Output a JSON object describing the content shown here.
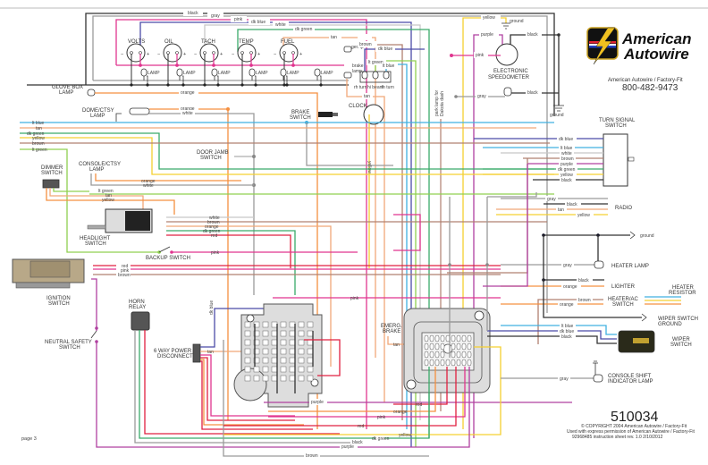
{
  "brand": {
    "line1": "American",
    "line2": "Autowire",
    "subtitle": "American Autowire / Factory-Fit",
    "phone": "800-482-9473"
  },
  "footer": {
    "part_number": "510034",
    "copyright": "© COPYRIGHT 2004 American Autowire / Factory-Fit",
    "permission": "Used with express permission of American Autowire / Factory-Fit",
    "sheet": "92968485  instruction sheet  rev. 1.0  2/10/2012",
    "page": "page 3"
  },
  "colors": {
    "black": "#333333",
    "gray": "#9a9a9a",
    "pink": "#e0358f",
    "dk_blue": "#4b4ba8",
    "white": "#c8c8c8",
    "dk_green": "#3aaa6a",
    "tan": "#f0a878",
    "brown": "#b08070",
    "yellow": "#f5d030",
    "purple": "#b040a0",
    "lt_blue": "#40b0e0",
    "lt_green": "#90d050",
    "orange": "#f59040",
    "red": "#e02040"
  },
  "gauges": [
    {
      "label": "VOLTS"
    },
    {
      "label": "OIL"
    },
    {
      "label": "TACH"
    },
    {
      "label": "TEMP"
    },
    {
      "label": "FUEL"
    }
  ],
  "lamp_label": "LAMP",
  "top_wires": [
    "black",
    "gray",
    "pink",
    "dk blue",
    "white",
    "dk green",
    "tan",
    "brown",
    "dk blue"
  ],
  "components": {
    "glove_box_lamp": "GLOVE BOX\nLAMP",
    "dome_lamp": "DOME/CTSY\nLAMP",
    "brake_switch": "BRAKE\nSWITCH",
    "clock": "CLOCK",
    "door_jamb": "DOOR JAMB\nSWITCH",
    "dimmer": "DIMMER\nSWITCH",
    "console_lamp": "CONSOLE/CTSY\nLAMP",
    "headlight": "HEADLIGHT\nSWITCH",
    "backup": "BACKUP SWITCH",
    "ignition": "IGNITION\nSWITCH",
    "horn_relay": "HORN\nRELAY",
    "neutral_safety": "NEUTRAL SAFETY\nSWITCH",
    "power_disconnect": "6 WAY POWER\nDISCONNECT",
    "emerg_brake": "EMERG.\nBRAKE",
    "speedometer": "ELECTRONIC\nSPEEDOMETER",
    "turn_signal": "TURN SIGNAL\nSWITCH",
    "radio": "RADIO",
    "heater_lamp": "HEATER LAMP",
    "lighter": "LIGHTER",
    "heater_ac": "HEATER/AC\nSWITCH",
    "heater_resistor": "HEATER\nRESISTOR",
    "wiper_ground": "WIPER SWITCH\nGROUND",
    "wiper_switch": "WIPER\nSWITCH",
    "console_shift": "CONSOLE SHIFT\nINDICATOR LAMP",
    "gen_lp": "gen lp",
    "brake_lamp": "brake\nlamp",
    "rh_turn": "rh turn",
    "hi_beam": "hi beam",
    "lh_turn": "lh turn",
    "park_lamp_note": "park lamp for\nDakota dash"
  },
  "left_wire_labels": [
    "lt blue",
    "tan",
    "dk green",
    "yellow",
    "brown",
    "lt green"
  ],
  "headlight_wires": [
    "white",
    "brown",
    "orange",
    "dk green",
    "red"
  ],
  "ignition_wires": [
    "red",
    "pink",
    "brown"
  ],
  "turn_signal_wires": [
    "dk blue",
    "lt blue",
    "white",
    "brown",
    "purple",
    "dk green",
    "yellow",
    "black"
  ],
  "radio_wires": [
    "gray",
    "black",
    "tan",
    "yellow"
  ],
  "ground_label": "ground",
  "misc_labels": {
    "orange": "orange",
    "white": "white",
    "lt_green": "lt green",
    "tan": "tan",
    "yellow": "yellow",
    "pink": "pink",
    "purple": "purple",
    "gray": "gray",
    "black": "black",
    "brown": "brown",
    "dk_blue": "dk blue",
    "red": "red",
    "lt_blue": "lt blue",
    "dk_green": "dk green"
  }
}
